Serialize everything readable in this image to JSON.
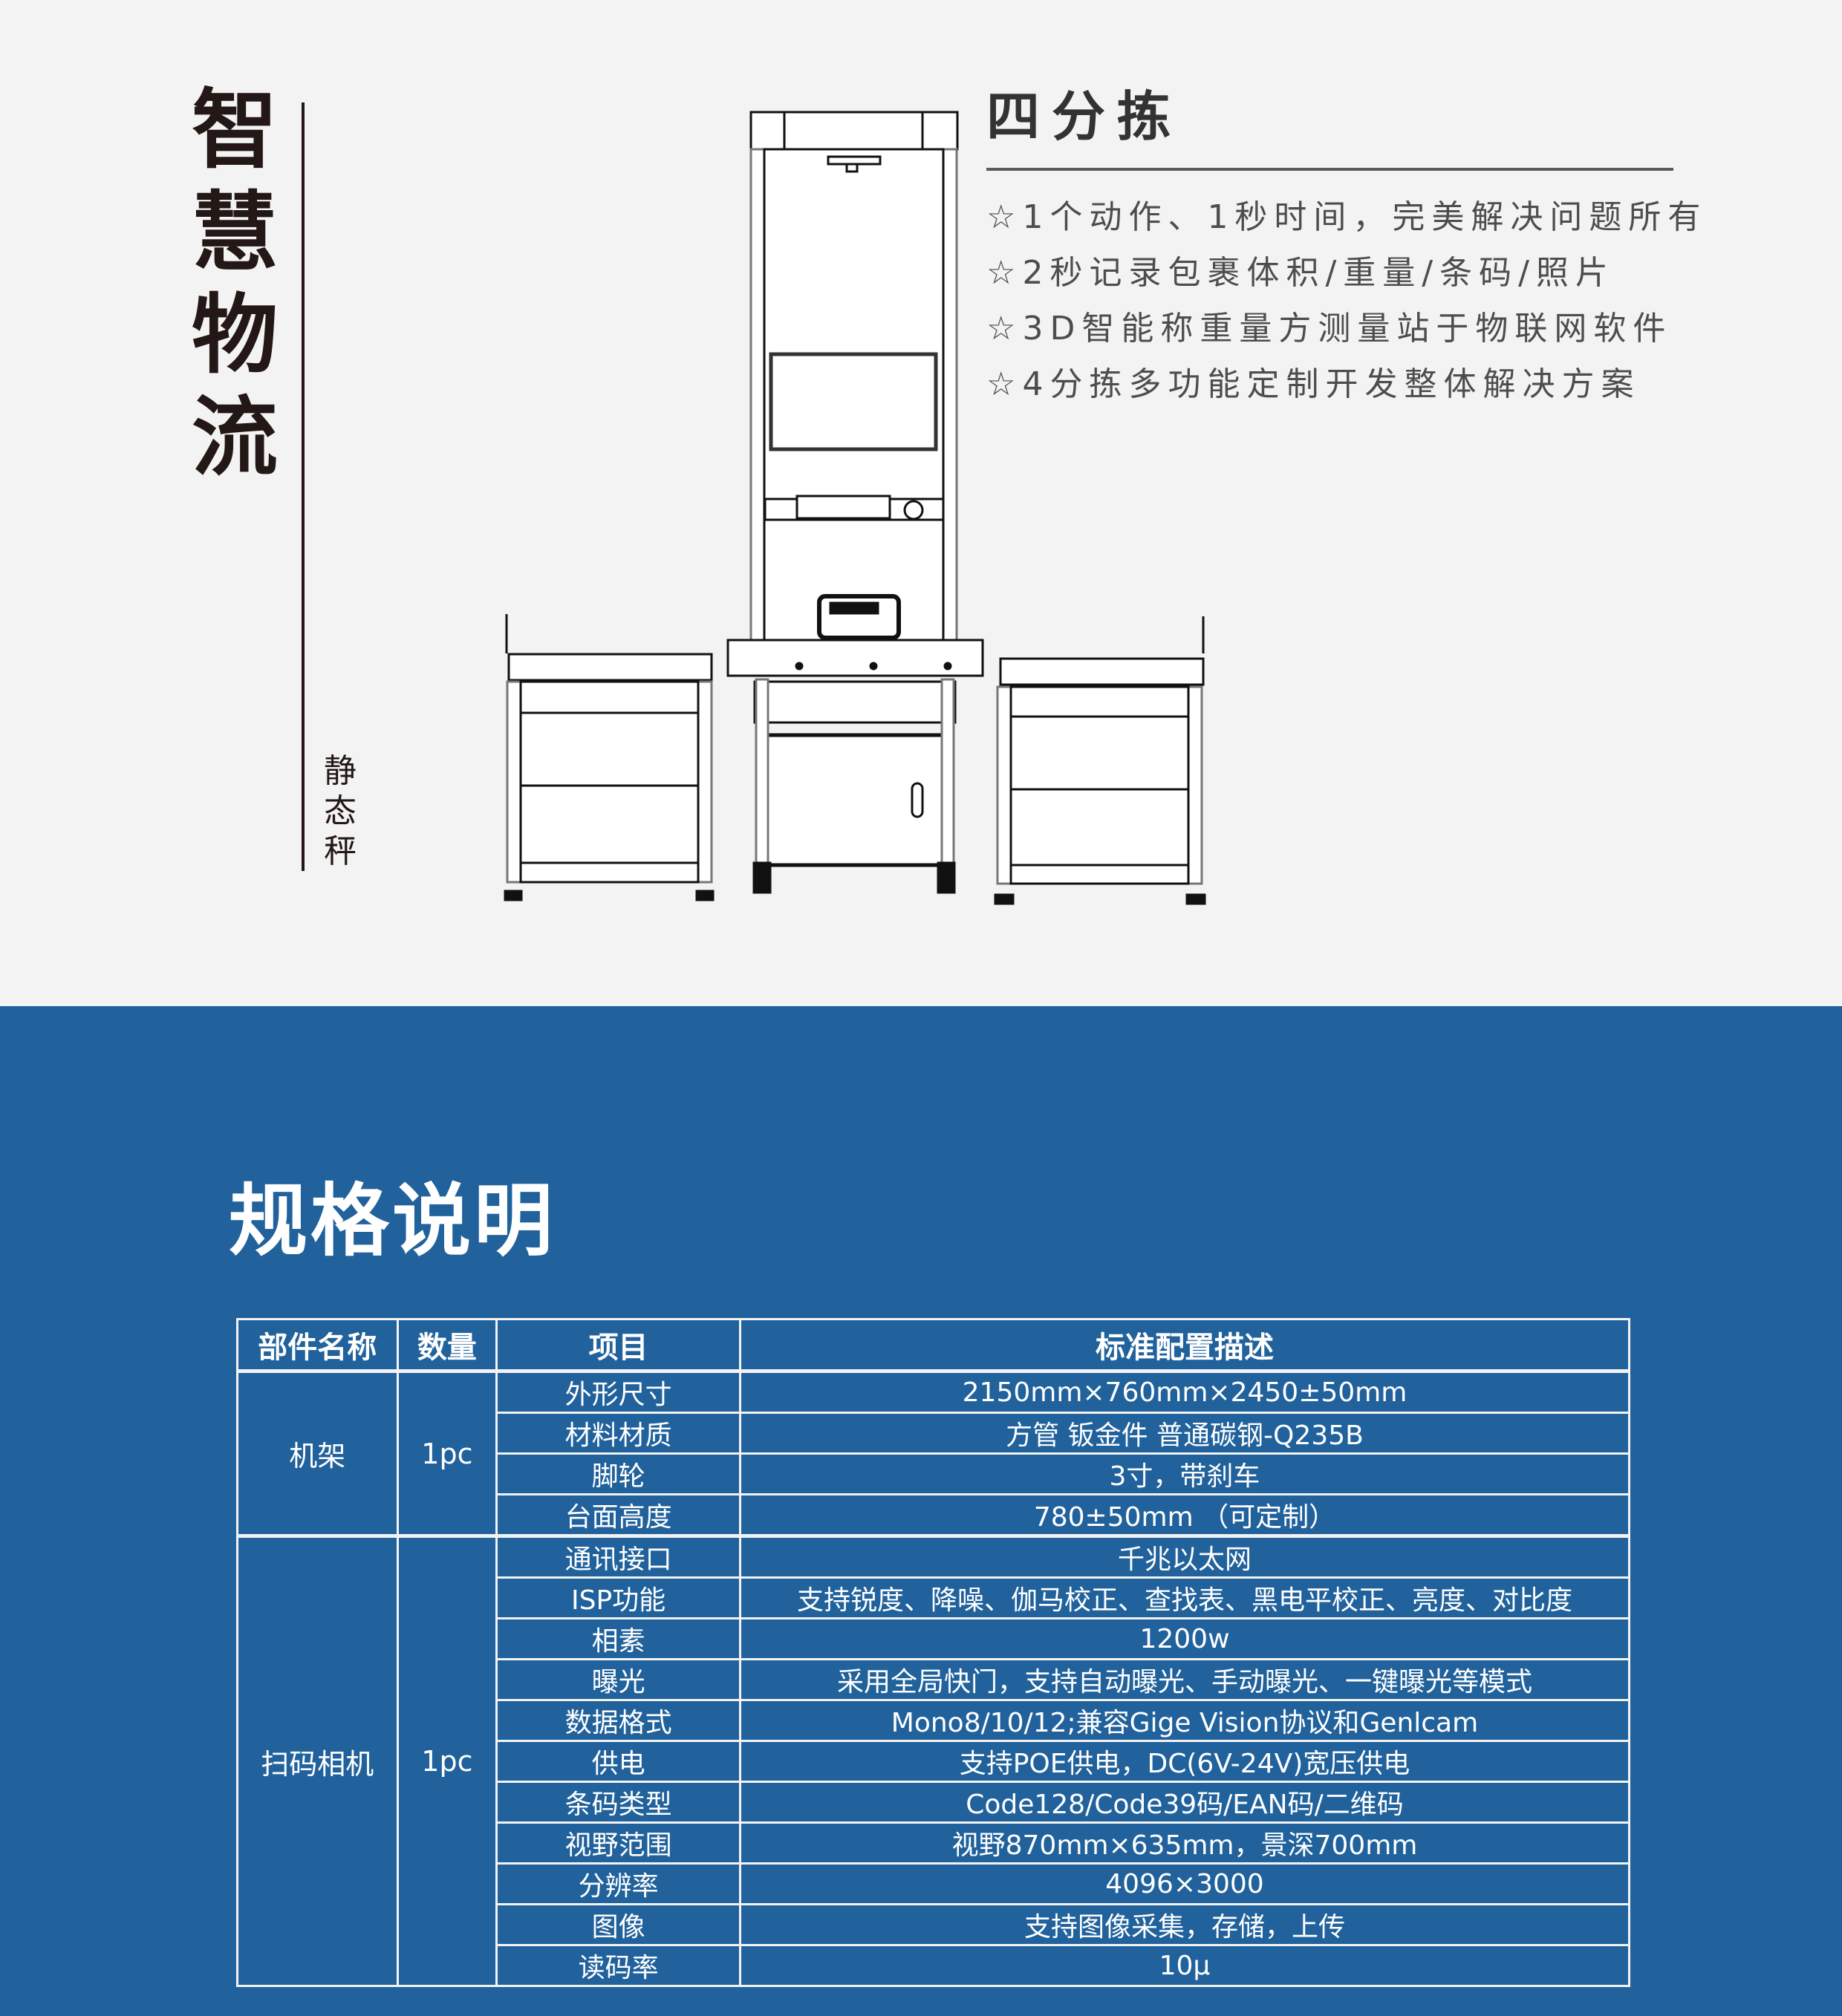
{
  "header": {
    "vertical_title": [
      "智",
      "慧",
      "物",
      "流"
    ],
    "vertical_subtitle": [
      "静",
      "态",
      "秤"
    ],
    "product_title": "四分拣",
    "features": [
      "☆1个动作、1秒时间，完美解决问题所有",
      "☆2秒记录包裹体积/重量/条码/照片",
      "☆3D智能称重量方测量站于物联网软件",
      "☆4分拣多功能定制开发整体解决方案"
    ]
  },
  "illustration": {
    "name": "sorting-weighing-station-drawing"
  },
  "spec": {
    "title": "规格说明",
    "headers": [
      "部件名称",
      "数量",
      "项目",
      "标准配置描述"
    ],
    "groups": [
      {
        "part": "机架",
        "qty": "1pc",
        "rows": [
          {
            "item": "外形尺寸",
            "desc": "2150mm×760mm×2450±50mm"
          },
          {
            "item": "材料材质",
            "desc": "方管 钣金件 普通碳钢-Q235B"
          },
          {
            "item": "脚轮",
            "desc": "3寸，带刹车"
          },
          {
            "item": "台面高度",
            "desc": "780±50mm （可定制）"
          }
        ]
      },
      {
        "part": "扫码相机",
        "qty": "1pc",
        "rows": [
          {
            "item": "通讯接口",
            "desc": "千兆以太网"
          },
          {
            "item": "ISP功能",
            "desc": "支持锐度、降噪、伽马校正、查找表、黑电平校正、亮度、对比度"
          },
          {
            "item": "相素",
            "desc": "1200w"
          },
          {
            "item": "曝光",
            "desc": "采用全局快门，支持自动曝光、手动曝光、一键曝光等模式"
          },
          {
            "item": "数据格式",
            "desc": "Mono8/10/12;兼容Gige Vision协议和Genlcam"
          },
          {
            "item": "供电",
            "desc": "支持POE供电，DC(6V-24V)宽压供电"
          },
          {
            "item": "条码类型",
            "desc": "Code128/Code39码/EAN码/二维码"
          },
          {
            "item": "视野范围",
            "desc": "视野870mm×635mm，景深700mm"
          },
          {
            "item": "分辨率",
            "desc": "4096×3000"
          },
          {
            "item": "图像",
            "desc": "支持图像采集，存储，上传"
          },
          {
            "item": "读码率",
            "desc": "10μ"
          }
        ]
      }
    ]
  },
  "colors": {
    "page_bg": "#f3f3f3",
    "spec_bg": "#21629c",
    "title_text": "#231815",
    "feature_text": "#4d4d4d"
  }
}
